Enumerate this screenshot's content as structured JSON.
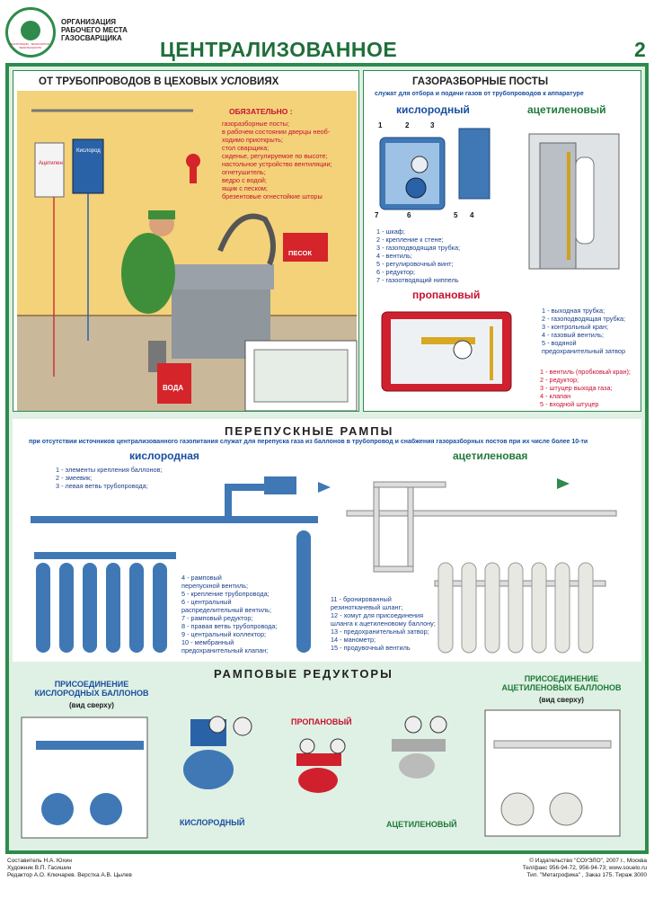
{
  "header": {
    "logo_ring_text": "ИНСТРУКЦИИ · ТЕХНОЛОГИИ · БЕЗОПАСНОСТЬ",
    "series_title": "ОРГАНИЗАЦИЯ\nРАБОЧЕГО МЕСТА\nГАЗОСВАРЩИКА",
    "main_title": "ЦЕНТРАЛИЗОВАННОЕ ГАЗОПИТАНИЕ",
    "sheet_number": "2"
  },
  "workshop": {
    "title": "ОТ ТРУБОПРОВОДОВ В ЦЕХОВЫХ УСЛОВИЯХ",
    "must_title": "ОБЯЗАТЕЛЬНО :",
    "must_items": [
      "газоразборные посты;",
      "в рабочем состоянии дверцы необ-",
      "ходимо приоткрыть;",
      "стол сварщика;",
      "сиденье, регулируемое по высоте;",
      "настольное устройство вентиляции;",
      "огнетушитель;",
      "ведро с водой;",
      "ящик с песком;",
      "брезентовые огнестойкие шторы"
    ],
    "sign_acetylene": "Ацетилен",
    "sign_oxygen": "Кислород",
    "sand_label": "ПЕСОК",
    "water_label": "ВОДА"
  },
  "posts": {
    "title": "ГАЗОРАЗБОРНЫЕ ПОСТЫ",
    "subtitle": "служат для отбора и подачи газов от трубопроводов к аппаратуре",
    "oxygen_label": "кислородный",
    "acetylene_label": "ацетиленовый",
    "propane_label": "пропановый",
    "oxygen_legend": [
      "1 - шкаф;",
      "2 - крепление к стене;",
      "3 - газоподводящая трубка;",
      "4 - вентиль;",
      "5 - регулировочный винт;",
      "6 - редуктор;",
      "7 - газоотводящий ниппель"
    ],
    "acetylene_legend": [
      "1 - выходная трубка;",
      "2 - газоподводящая трубка;",
      "3 - контрольный кран;",
      "4 - газовый вентиль;",
      "5 - водяной",
      "предохранительный затвор"
    ],
    "propane_legend": [
      "1 - вентиль (пробковый кран);",
      "2 - редуктор;",
      "3 - штуцер выхода газа;",
      "4 - клапан",
      "5 - входной штуцер"
    ]
  },
  "ramps": {
    "title": "ПЕРЕПУСКНЫЕ РАМПЫ",
    "subtitle": "при отсутствии источников централизованного газопитания служат для перепуска газа из баллонов в трубопровод и снабжения газоразборных постов при их числе более 10-ти",
    "oxygen_label": "кислородная",
    "acetylene_label": "ацетиленовая",
    "legend_a": [
      "1 - элементы крепления баллонов;",
      "2 - змеевик;",
      "3 - левая ветвь трубопровода;"
    ],
    "legend_b": [
      "4 - рамповый",
      "перепускной вентиль;",
      "5 - крепление трубопровода;",
      "6 - центральный",
      "распределительный вентиль;",
      "7 - рамповый редуктор;",
      "8 - правая ветвь трубопровода;",
      "9 - центральный коллектор;",
      "10 - мембранный",
      "предохранительный клапан;"
    ],
    "legend_c": [
      "11 - бронированный",
      "резинотканевый шланг;",
      "12 - хомут для присоединения",
      "шланга к ацетиленовому баллону;",
      "13 - предохранительный затвор;",
      "14 - манометр;",
      "15 - продувочный вентиль"
    ]
  },
  "reducers": {
    "title": "РАМПОВЫЕ РЕДУКТОРЫ",
    "oxy_connect": "ПРИСОЕДИНЕНИЕ\nКИСЛОРОДНЫХ БАЛЛОНОВ",
    "oxy_view": "(вид сверху)",
    "acet_connect": "ПРИСОЕДИНЕНИЕ\nАЦЕТИЛЕНОВЫХ БАЛЛОНОВ",
    "acet_view": "(вид сверху)",
    "propane": "ПРОПАНОВЫЙ",
    "oxygen": "КИСЛОРОДНЫЙ",
    "acetylene": "АЦЕТИЛЕНОВЫЙ"
  },
  "footer": {
    "left": "Составитель Н.А. Юхин\nХудожник В.П. Гасишин\nРедактор А.О. Ключарев. Верстка А.В. Цылев",
    "right": "© Издательство \"СОУЭЛО\", 2007 г., Москва\nТел/факс 956-94-72, 956-94-73; www.souelo.ru\nТип. \"Метагрофика\" , Заказ 175. Тираж 3000"
  },
  "colors": {
    "frame_green": "#2e8b4b",
    "title_green": "#1f6e3a",
    "oxygen_blue": "#3f78b5",
    "propane_red": "#d0202e",
    "acetylene_white": "#e8e8e2",
    "panel_mint": "#dff0e4"
  }
}
